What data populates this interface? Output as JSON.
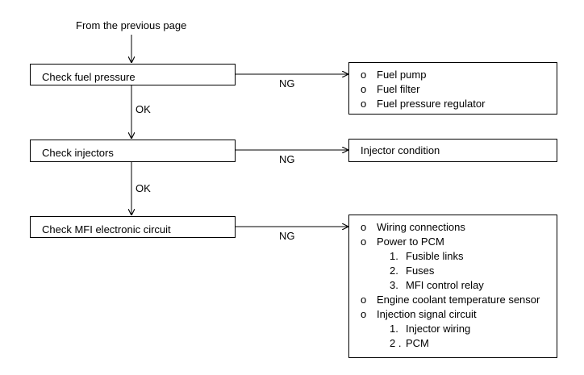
{
  "start_label": "From the previous page",
  "steps": [
    {
      "label": "Check fuel pressure",
      "fail_label": "NG",
      "pass_label": "OK"
    },
    {
      "label": "Check injectors",
      "fail_label": "NG",
      "pass_label": "OK"
    },
    {
      "label": "Check MFI electronic circuit",
      "fail_label": "NG"
    }
  ],
  "results": [
    {
      "items": [
        {
          "bullet": "o",
          "label": "Fuel pump"
        },
        {
          "bullet": "o",
          "label": "Fuel filter"
        },
        {
          "bullet": "o",
          "label": "Fuel pressure regulator"
        }
      ]
    },
    {
      "items": [
        {
          "label": "Injector condition"
        }
      ]
    },
    {
      "items": [
        {
          "bullet": "o",
          "label": "Wiring connections"
        },
        {
          "bullet": "o",
          "label": "Power to PCM"
        },
        {
          "num": "1.",
          "label": "Fusible links"
        },
        {
          "num": "2.",
          "label": "Fuses"
        },
        {
          "num": "3.",
          "label": "MFI control relay"
        },
        {
          "bullet": "o",
          "label": "Engine coolant temperature sensor"
        },
        {
          "bullet": "o",
          "label": "Injection signal circuit"
        },
        {
          "num": "1.",
          "label": "Injector wiring"
        },
        {
          "num": "2 .",
          "label": "PCM"
        }
      ]
    }
  ]
}
